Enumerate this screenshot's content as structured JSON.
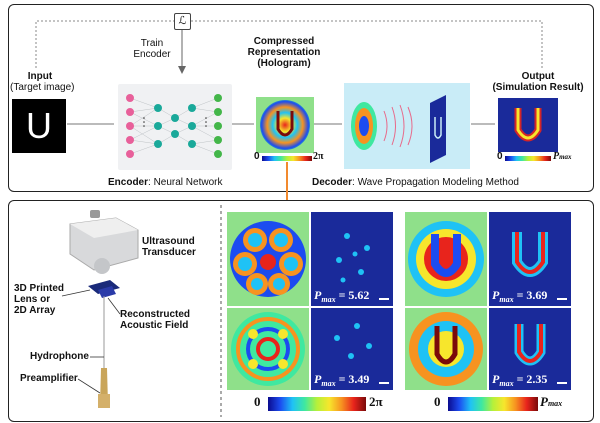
{
  "top": {
    "loss_symbol": "ℒ",
    "train_encoder": [
      "Train",
      "Encoder"
    ],
    "input": {
      "title": "Input",
      "subtitle": "(Target image)",
      "glyph": "U"
    },
    "hologram": {
      "lines": [
        "Compressed",
        "Representation",
        "(Hologram)"
      ],
      "cbar_min": "0",
      "cbar_max": "2π"
    },
    "output": {
      "title": "Output",
      "subtitle": "(Simulation Result)",
      "cbar_min": "0",
      "cbar_max": "P",
      "cbar_max_sub": "max"
    },
    "encoder_caption_bold": "Encoder",
    "encoder_caption_rest": ": Neural Network",
    "decoder_caption_bold": "Decoder",
    "decoder_caption_rest": ": Wave Propagation Modeling Method"
  },
  "bottom": {
    "ultrasound": [
      "Ultrasound",
      "Transducer"
    ],
    "lens": [
      "3D Printed",
      "Lens or",
      "2D Array"
    ],
    "reconstructed": [
      "Reconstructed",
      "Acoustic Field"
    ],
    "hydrophone": "Hydrophone",
    "preamplifier": "Preamplifier",
    "results": [
      {
        "pmax_value": "5.62"
      },
      {
        "pmax_value": "3.69"
      },
      {
        "pmax_value": "3.49"
      },
      {
        "pmax_value": "2.35"
      }
    ],
    "pmax_symbol": "P",
    "pmax_sub": "max",
    "cbar_phase_min": "0",
    "cbar_phase_max": "2π",
    "cbar_pressure_min": "0",
    "cbar_pressure_max": "P",
    "cbar_pressure_max_sub": "max"
  },
  "colors": {
    "orange_arrow": "#f28a2e",
    "hologram_bg": "#8fe08a",
    "field_bg": "#1a2a9a",
    "decoder_bg": "#c9ecf7",
    "node_pink": "#e8609a",
    "node_teal": "#1aa99a",
    "node_green": "#43b649"
  }
}
